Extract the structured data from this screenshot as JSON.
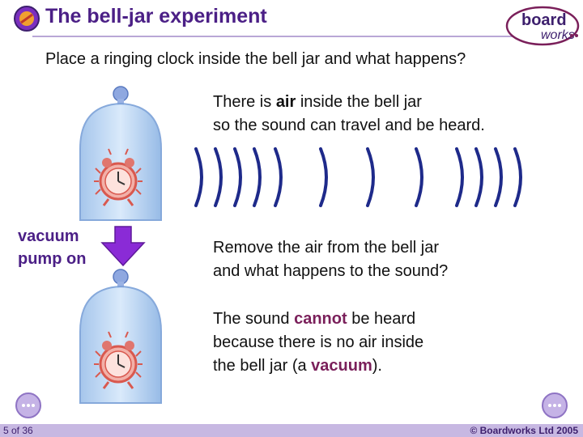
{
  "header": {
    "title": "The bell-jar experiment",
    "brand_top": "board",
    "brand_bottom": "works"
  },
  "question": "Place a ringing clock inside the bell jar and what happens?",
  "panel_top": {
    "line1_pre": "There is ",
    "line1_highlight": "air",
    "line1_post": " inside the bell jar",
    "line2": "so the sound can travel and be heard."
  },
  "side_label": {
    "line1": "vacuum",
    "line2": "pump on"
  },
  "panel_middle": {
    "line1": "Remove the air from the bell jar",
    "line2": "and what happens to the sound?"
  },
  "panel_bottom": {
    "line1_pre": "The sound ",
    "line1_highlight": "cannot",
    "line1_post": " be heard",
    "line2": "because there is no air inside",
    "line3_pre": "the bell jar (a ",
    "line3_highlight": "vacuum",
    "line3_post": ")."
  },
  "footer": {
    "page": "5 of 36",
    "copyright": "© Boardworks Ltd 2005"
  },
  "icons": {
    "title_icon": "sound-speaker-icon",
    "prev": "nav-previous-icon",
    "next": "nav-next-icon",
    "pump_arrow": "down-arrow-icon"
  },
  "colors": {
    "accent": "#4b1f86",
    "highlight": "#7a1f5a",
    "jar": "#a9c9ee",
    "clock": "#e0766e",
    "sound_waves": "#1e2a8a",
    "arrow": "#8a2bd6"
  }
}
